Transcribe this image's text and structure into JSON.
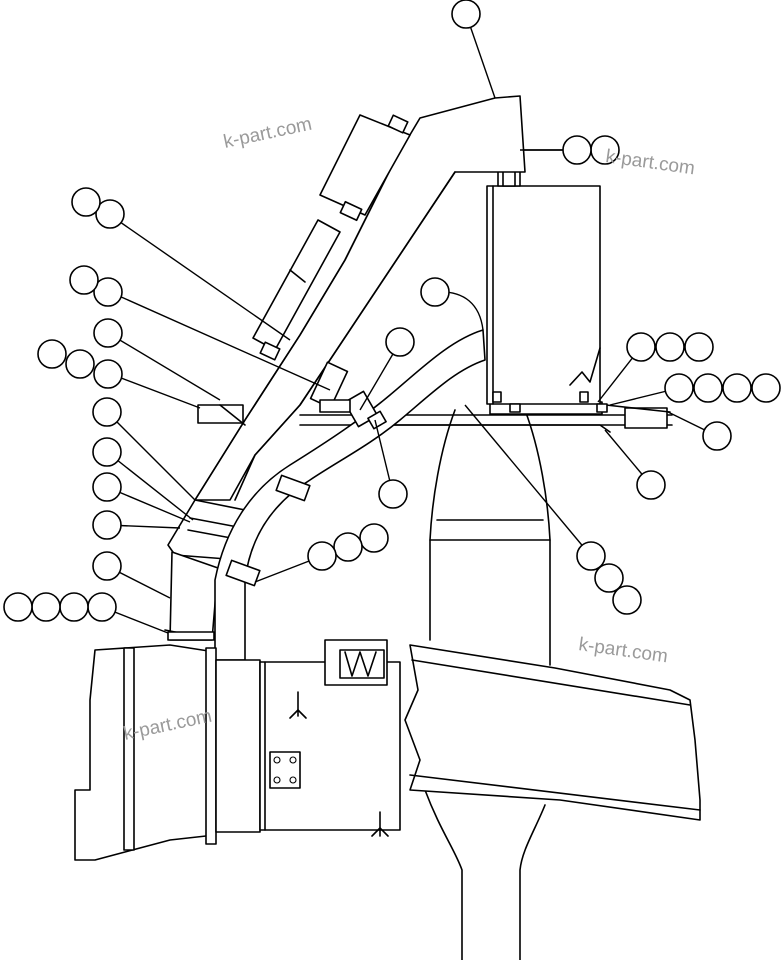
{
  "watermarks": [
    "k-part.com",
    "k-part.com",
    "k-part.com",
    "k-part.com"
  ],
  "callout_groups": [
    {
      "id": "top",
      "count": 1
    },
    {
      "id": "pipe-top-fitting",
      "count": 2
    },
    {
      "id": "left-upper-a",
      "count": 2
    },
    {
      "id": "left-upper-b",
      "count": 2
    },
    {
      "id": "left-mid-a",
      "count": 1
    },
    {
      "id": "left-mid-b",
      "count": 3
    },
    {
      "id": "left-lower-a",
      "count": 1
    },
    {
      "id": "left-lower-b",
      "count": 1
    },
    {
      "id": "left-lower-c",
      "count": 1
    },
    {
      "id": "left-lower-d",
      "count": 1
    },
    {
      "id": "left-lower-e",
      "count": 1
    },
    {
      "id": "left-bottom",
      "count": 4
    },
    {
      "id": "center-pipe",
      "count": 1
    },
    {
      "id": "center-clamp-a",
      "count": 1
    },
    {
      "id": "center-clamp-b",
      "count": 1
    },
    {
      "id": "center-clamp-c",
      "count": 3
    },
    {
      "id": "right-tank-a",
      "count": 3
    },
    {
      "id": "right-tank-b",
      "count": 4
    },
    {
      "id": "right-frame-a",
      "count": 1
    },
    {
      "id": "right-frame-b",
      "count": 1
    },
    {
      "id": "right-lower",
      "count": 3
    }
  ],
  "colors": {
    "line": "#000000",
    "background": "#ffffff",
    "watermark": "#9a9a9a"
  }
}
